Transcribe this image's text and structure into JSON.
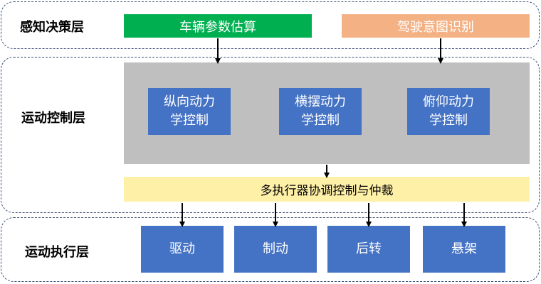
{
  "layers": {
    "perception": "感知决策层",
    "motion_control": "运动控制层",
    "motion_execution": "运动执行层"
  },
  "perception_boxes": {
    "vehicle_param_estimation": "车辆参数估算",
    "driving_intent_recognition": "驾驶意图识别"
  },
  "control_boxes": {
    "longitudinal": [
      "纵向动力",
      "学控制"
    ],
    "lateral": [
      "横摆动力",
      "学控制"
    ],
    "pitch": [
      "俯仰动力",
      "学控制"
    ]
  },
  "coordination": "多执行器协调控制与仲裁",
  "actuators": [
    "驱动",
    "制动",
    "后转",
    "悬架"
  ],
  "colors": {
    "layer_border": "#3a4f78",
    "blue_box": "#4472c4",
    "gray_panel": "#bfbfbf",
    "yellow_bar": "#fff0a8",
    "green_box": "#00b050",
    "orange_box": "#f4b183"
  }
}
